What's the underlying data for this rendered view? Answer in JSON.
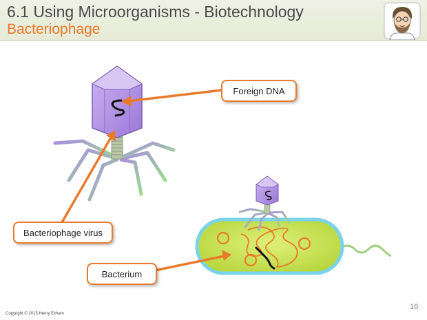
{
  "slide": {
    "title": "6.1 Using Microorganisms - Biotechnology",
    "subtitle": "Bacteriophage",
    "page_number": "16",
    "copyright": "Copyright © 2015 Henry Exham"
  },
  "labels": {
    "foreign_dna": "Foreign DNA",
    "bacteriophage_virus": "Bacteriophage virus",
    "bacterium": "Bacterium"
  },
  "colors": {
    "accent": "#e97a2b",
    "bacterium_fill": "#c9e24f",
    "bacterium_border": "#7ad3e8",
    "phage_head": "#b08ee0",
    "phage_tail": "#a6dba0"
  }
}
